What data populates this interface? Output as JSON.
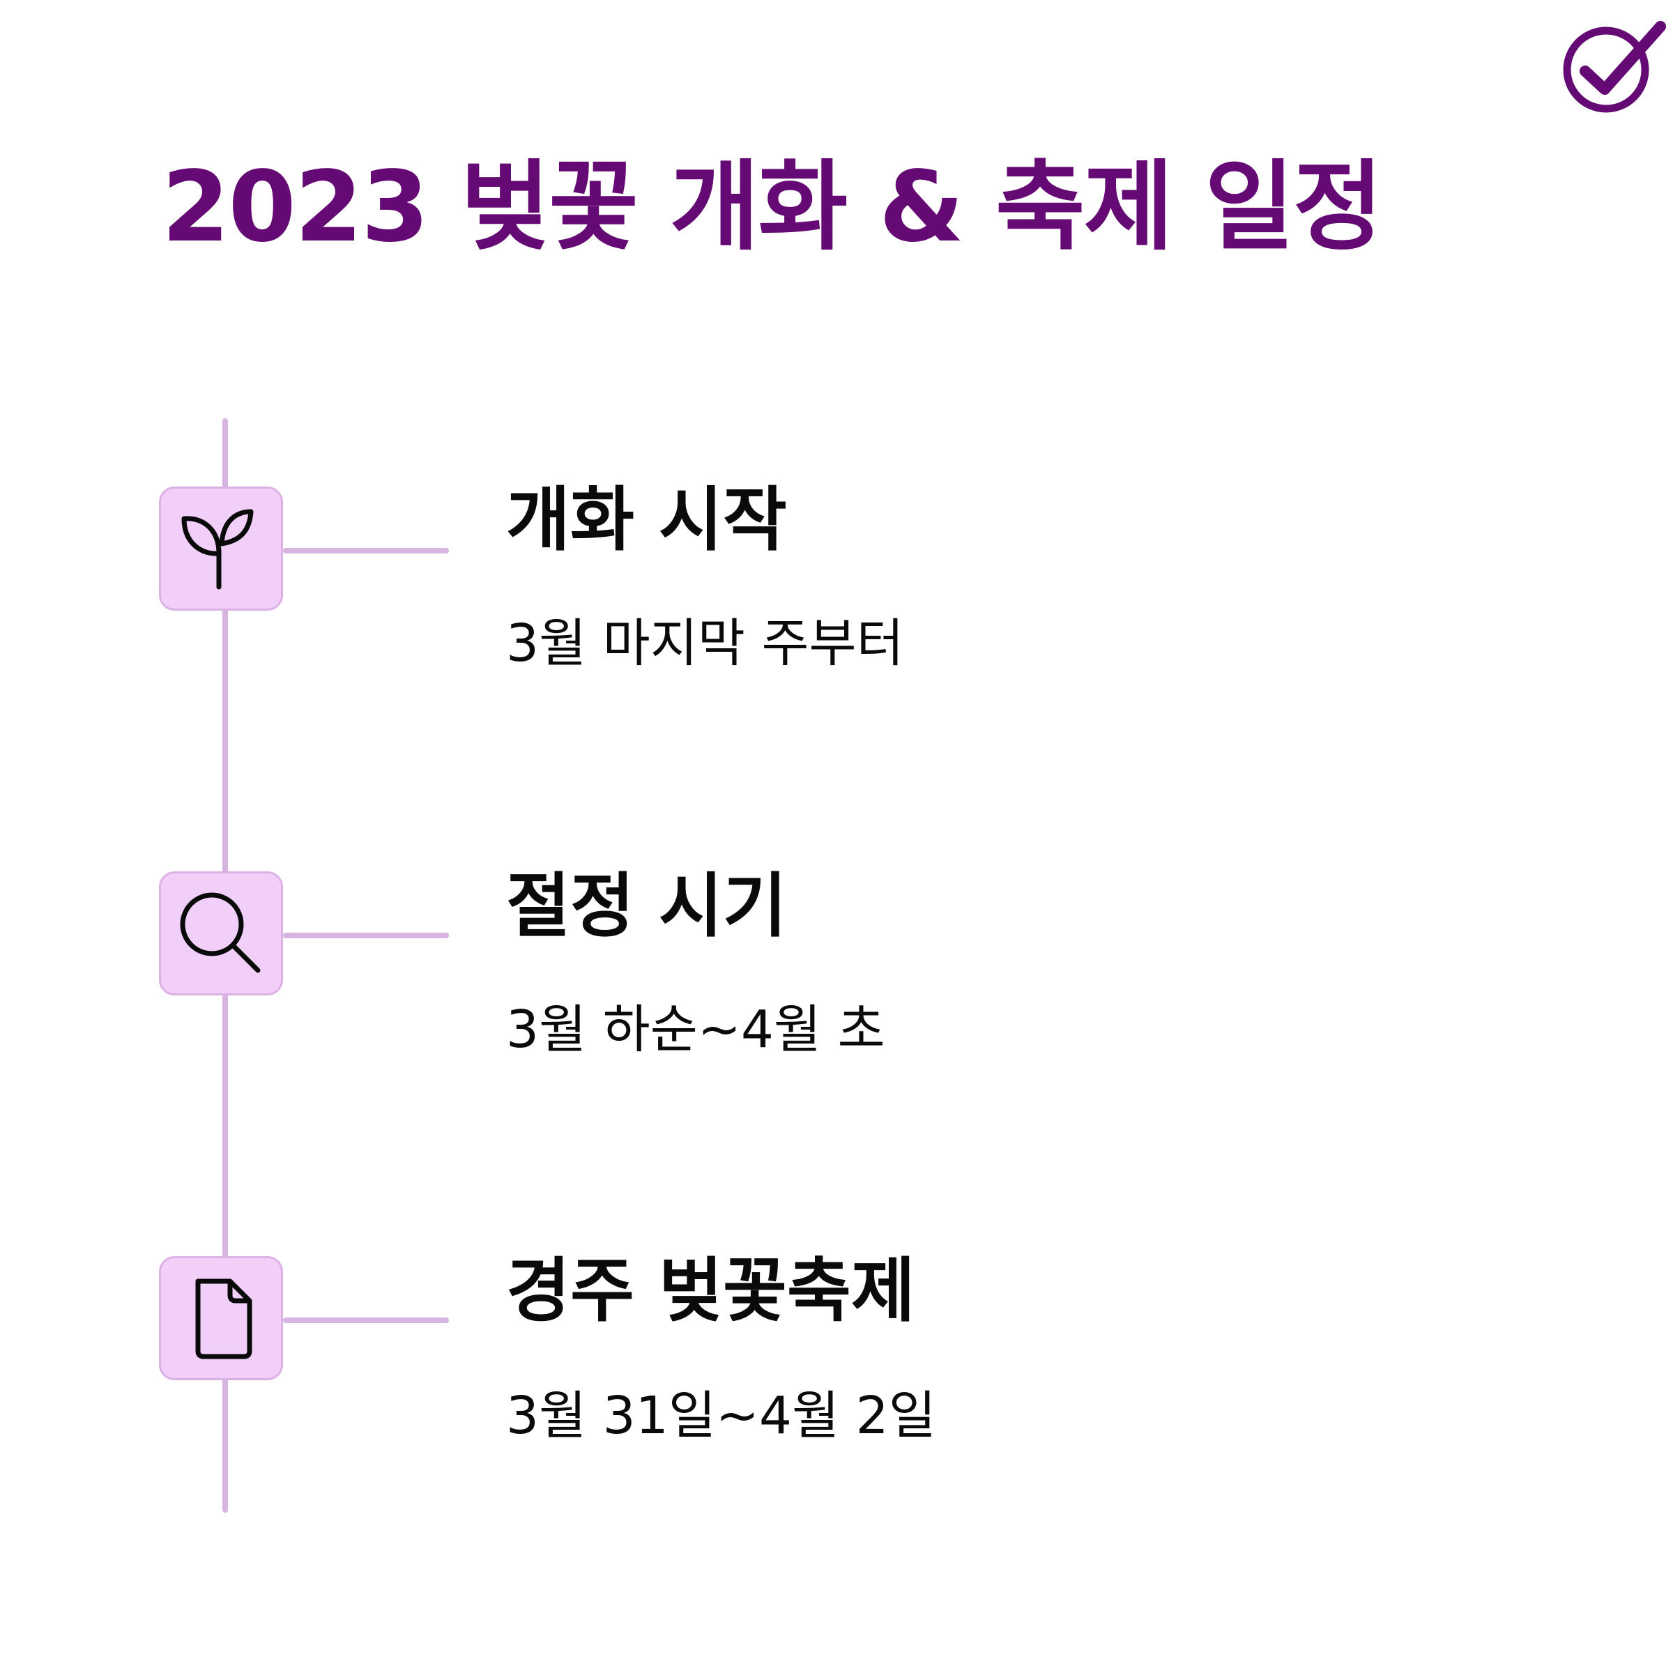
{
  "title": "2023 벚꽃 개화 & 축제 일정",
  "logo_icon": "check-circle-icon",
  "colors": {
    "title": "#650a74",
    "line": "#d8b4e2",
    "icon_box": "#f1cff9",
    "text": "#0a0a0a"
  },
  "items": [
    {
      "icon": "sprout-icon",
      "title": "개화 시작",
      "desc": "3월 마지막 주부터"
    },
    {
      "icon": "magnifier-icon",
      "title": "절정 시기",
      "desc": "3월 하순~4월 초"
    },
    {
      "icon": "document-icon",
      "title": "경주 벚꽃축제",
      "desc": "3월 31일~4월 2일"
    }
  ]
}
